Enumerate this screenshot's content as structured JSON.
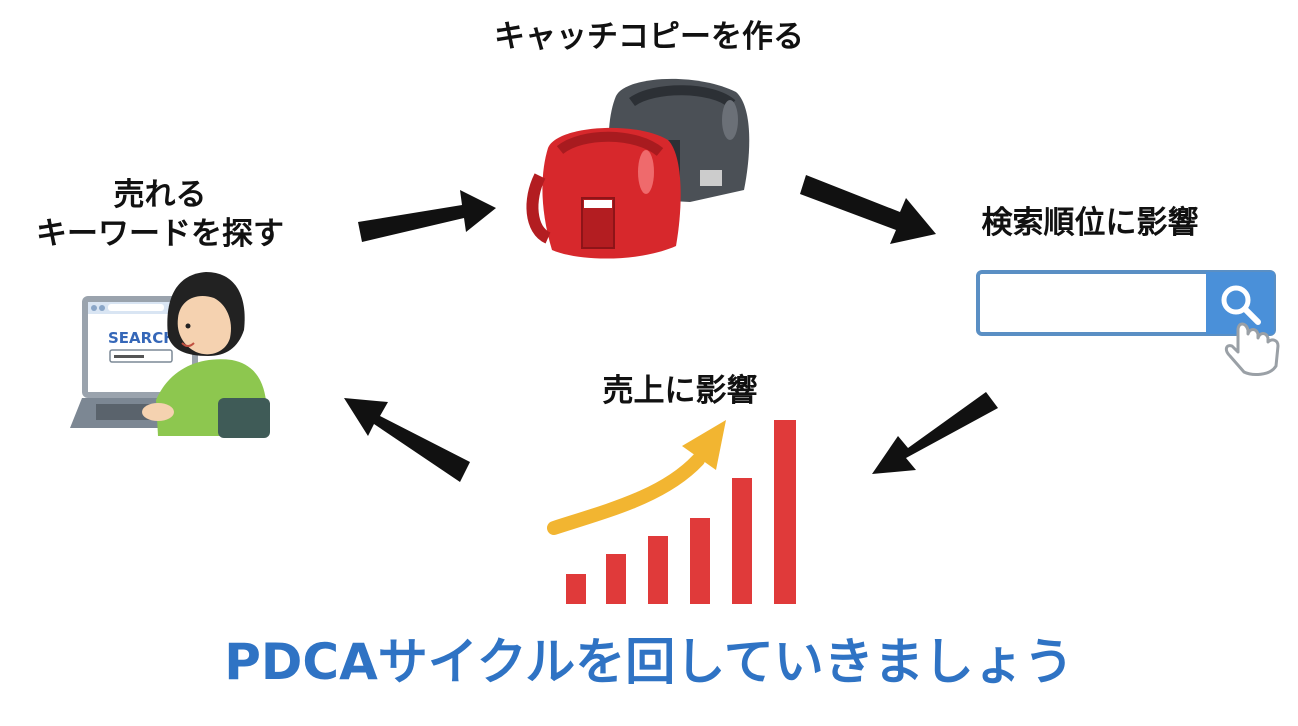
{
  "steps": {
    "keyword_line1": "売れる",
    "keyword_line2": "キーワードを探す",
    "catchcopy": "キャッチコピーを作る",
    "ranking": "検索順位に影響",
    "sales": "売上に影響"
  },
  "illustration": {
    "screen_text": "SEARCH"
  },
  "footer": "PDCAサイクルを回していきましょう",
  "colors": {
    "footer_text": "#2f73c4",
    "arrow": "#111111",
    "bar": "#e03a3a",
    "growth_arrow": "#f2b531",
    "search_border": "#5a8fc4",
    "search_button": "#4a90d9",
    "bag_red": "#d7282c",
    "bag_gray": "#4b5056",
    "shirt": "#8dc74f"
  },
  "icons": [
    "search-person-illustration",
    "school-backpacks-illustration",
    "search-bar-illustration",
    "magnifier-icon",
    "pointer-hand-icon",
    "sales-growth-chart",
    "growth-arrow-icon"
  ]
}
